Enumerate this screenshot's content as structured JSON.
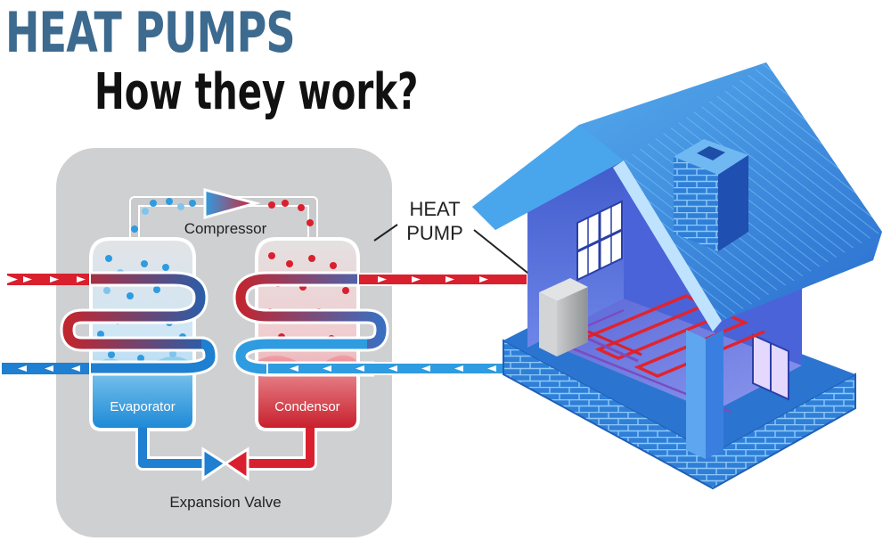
{
  "header": {
    "title": "HEAT PUMPS",
    "subtitle": "How they work?"
  },
  "diagram": {
    "compressor_label": "Compressor",
    "evaporator_label": "Evaporator",
    "condensor_label": "Condensor",
    "expansion_valve_label": "Expansion Valve",
    "heat_pump_label_line1": "HEAT",
    "heat_pump_label_line2": "PUMP"
  },
  "colors": {
    "title": "#3d6a8f",
    "hot": "#d9202e",
    "cold": "#1f7fd0",
    "panel": "#cfd0d2",
    "house": "#2f7fd8"
  }
}
